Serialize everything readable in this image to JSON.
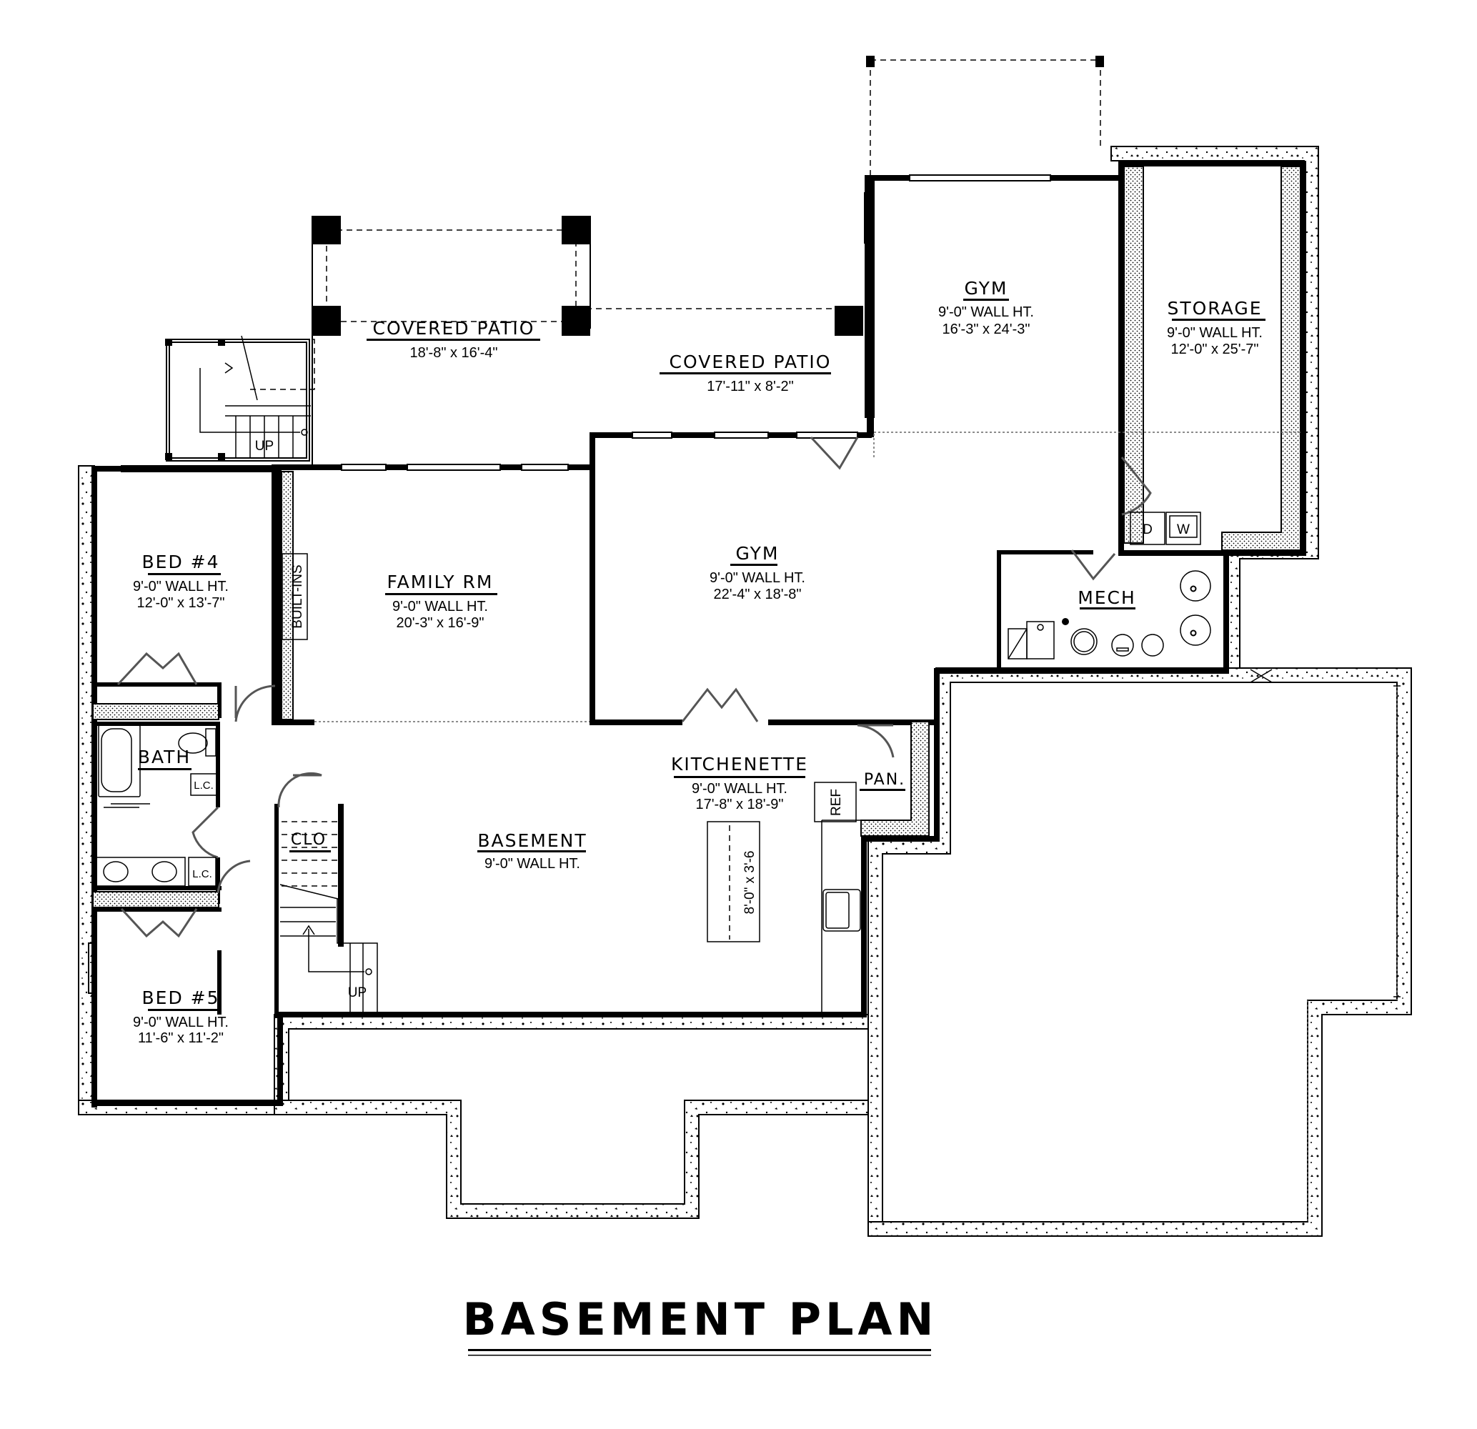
{
  "plan_title": "BASEMENT PLAN",
  "rooms": {
    "covered_patio_1": {
      "name": "COVERED PATIO",
      "size": "18'-8\" x 16'-4\""
    },
    "covered_patio_2": {
      "name": "COVERED PATIO",
      "size": "17'-11\" x 8'-2\""
    },
    "gym_upper": {
      "name": "GYM",
      "wall_ht": "9'-0\" WALL HT.",
      "size": "16'-3\" x 24'-3\""
    },
    "storage": {
      "name": "STORAGE",
      "wall_ht": "9'-0\" WALL HT.",
      "size": "12'-0\" x 25'-7\""
    },
    "bed_4": {
      "name": "BED #4",
      "wall_ht": "9'-0\" WALL HT.",
      "size": "12'-0\" x 13'-7\""
    },
    "family_rm": {
      "name": "FAMILY RM",
      "wall_ht": "9'-0\" WALL HT.",
      "size": "20'-3\" x 16'-9\""
    },
    "gym_lower": {
      "name": "GYM",
      "wall_ht": "9'-0\" WALL HT.",
      "size": "22'-4\" x 18'-8\""
    },
    "mech": {
      "name": "MECH"
    },
    "bath": {
      "name": "BATH"
    },
    "kitchenette": {
      "name": "KITCHENETTE",
      "wall_ht": "9'-0\" WALL HT.",
      "size": "17'-8\" x 18'-9\""
    },
    "pantry": {
      "name": "PAN."
    },
    "basement": {
      "name": "BASEMENT",
      "wall_ht": "9'-0\" WALL HT."
    },
    "closet": {
      "name": "CLO"
    },
    "bed_5": {
      "name": "BED #5",
      "wall_ht": "9'-0\" WALL HT.",
      "size": "11'-6\" x 11'-2\""
    }
  },
  "fixtures": {
    "built_ins": "BUILT-INS",
    "ref": "REF",
    "island": "8'-0\" x 3'-6",
    "linen_closet_1": "L.C.",
    "linen_closet_2": "L.C.",
    "dryer": "D",
    "washer": "W",
    "stair_up_1": "UP",
    "stair_up_2": "UP"
  },
  "colors": {
    "ink": "#000000",
    "paper": "#ffffff",
    "door_swing": "#555555"
  }
}
